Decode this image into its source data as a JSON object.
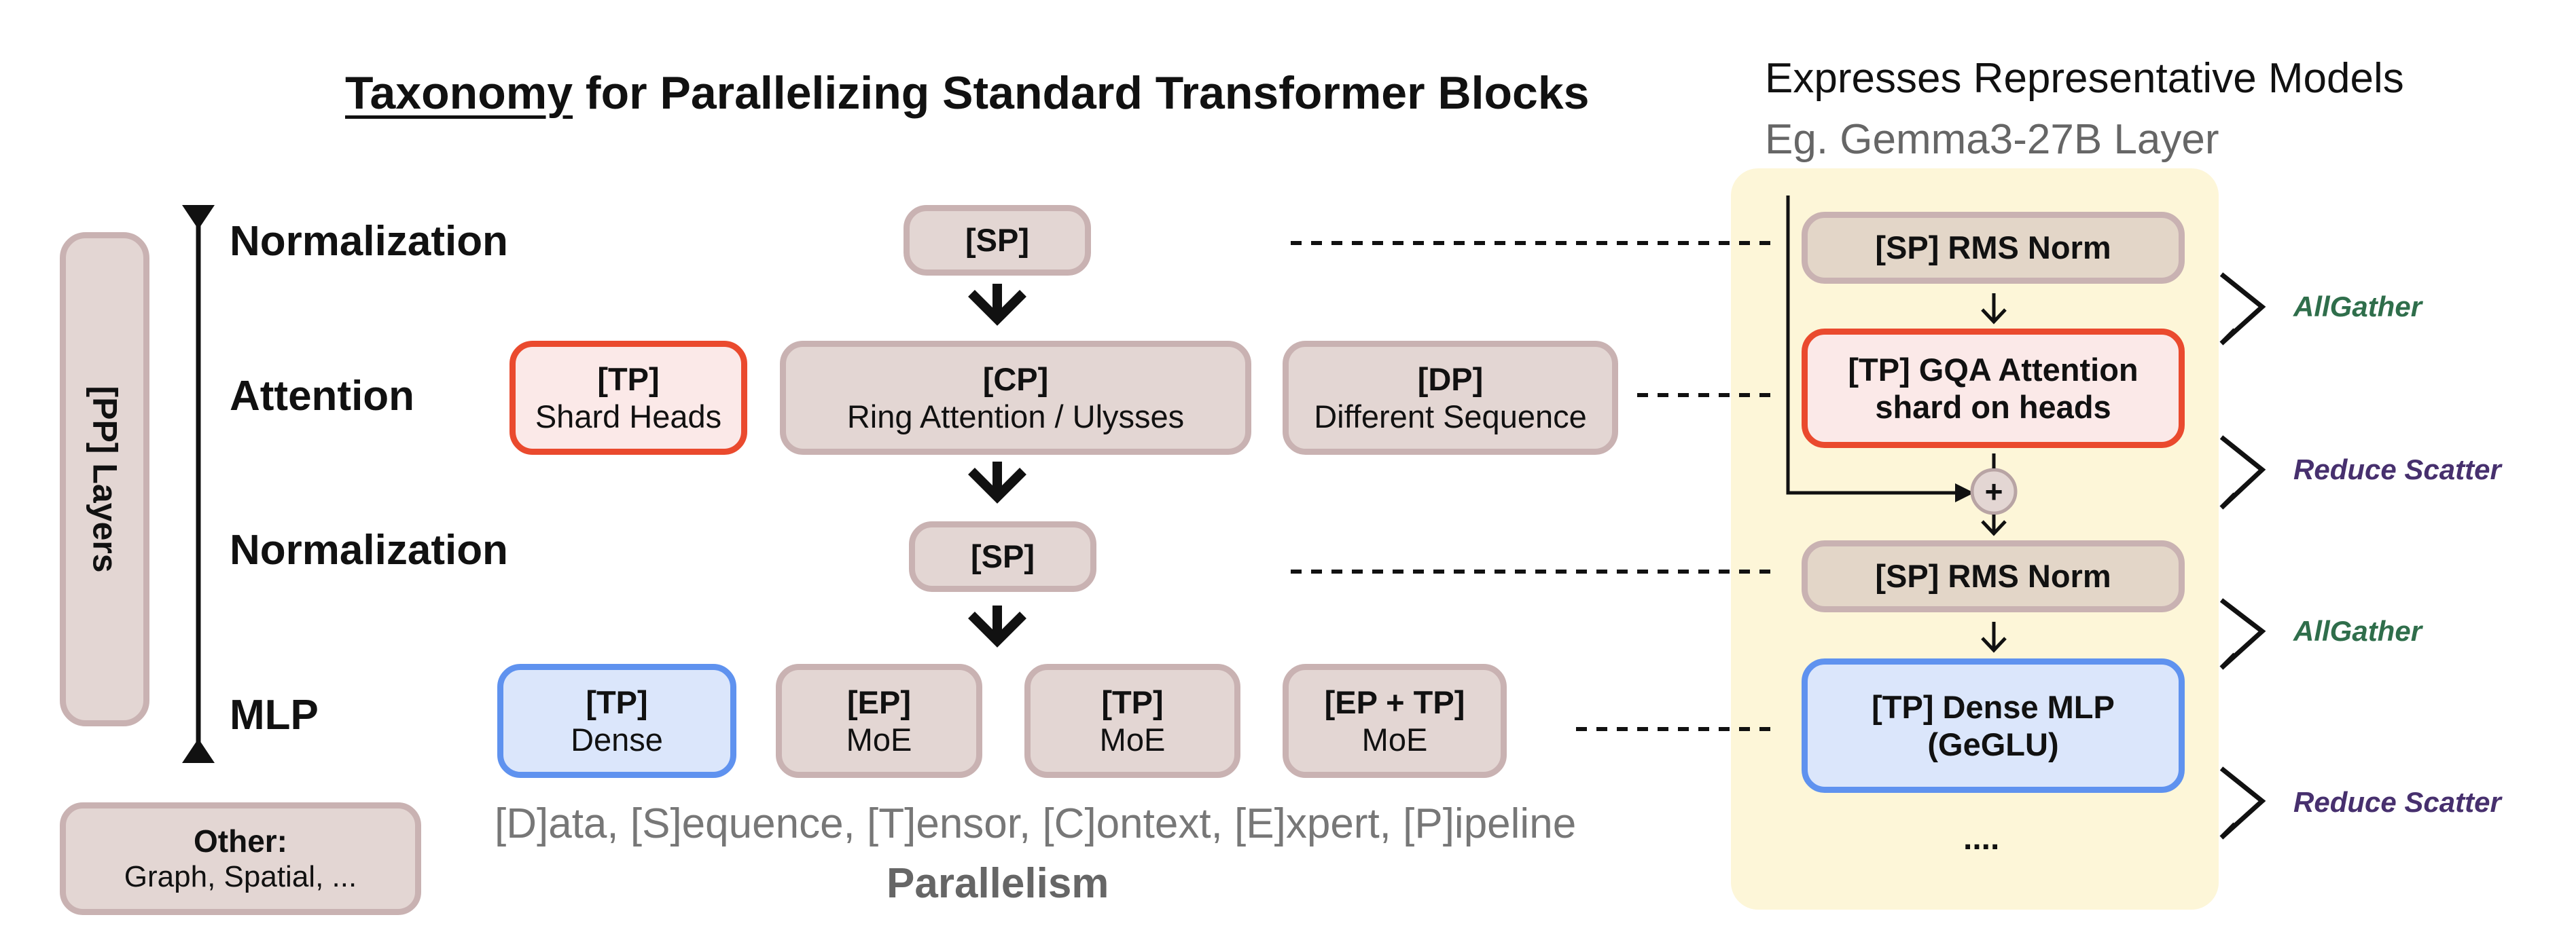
{
  "title": {
    "underlined": "Taxonomy",
    "rest": " for Parallelizing Standard Transformer Blocks"
  },
  "right": {
    "title": "Expresses Representative Models",
    "subtitle": "Eg. Gemma3-27B Layer"
  },
  "pp_layers": "[PP] Layers",
  "rows": {
    "normalization_1": "Normalization",
    "attention": "Attention",
    "normalization_2": "Normalization",
    "mlp": "MLP"
  },
  "boxes": {
    "sp1": "[SP]",
    "tp_heads": {
      "l1": "[TP]",
      "l2": "Shard Heads"
    },
    "cp": {
      "l1": "[CP]",
      "l2": "Ring Attention / Ulysses"
    },
    "dp": {
      "l1": "[DP]",
      "l2": "Different Sequence"
    },
    "sp2": "[SP]",
    "tp_dense": {
      "l1": "[TP]",
      "l2": "Dense"
    },
    "ep_moe": {
      "l1": "[EP]",
      "l2": "MoE"
    },
    "tp_moe": {
      "l1": "[TP]",
      "l2": "MoE"
    },
    "eptp_moe": {
      "l1": "[EP + TP]",
      "l2": "MoE"
    },
    "other": {
      "l1": "Other:",
      "l2": "Graph, Spatial, ..."
    }
  },
  "legend": {
    "line1": "[D]ata, [S]equence, [T]ensor, [C]ontext, [E]xpert, [P]ipeline",
    "line2": "Parallelism"
  },
  "model_boxes": {
    "rms1": "[SP] RMS Norm",
    "gqa": {
      "l1": "[TP] GQA Attention",
      "l2": "shard on heads"
    },
    "rms2": "[SP] RMS Norm",
    "mlp": {
      "l1": "[TP] Dense MLP",
      "l2": "(GeGLU)"
    },
    "ellipsis": "...."
  },
  "plus": "+",
  "collectives": {
    "c1": "AllGather",
    "c2": "Reduce Scatter",
    "c3": "AllGather",
    "c4": "Reduce Scatter"
  },
  "colors": {
    "box_fill": "#e3d6d3",
    "box_border": "#c9b2b2",
    "red_border": "#ea4a2e",
    "blue_border": "#5f92ef",
    "panel": "#fdf6d8",
    "allgather": "#2f6e4b",
    "reduce_scatter": "#47306e"
  }
}
